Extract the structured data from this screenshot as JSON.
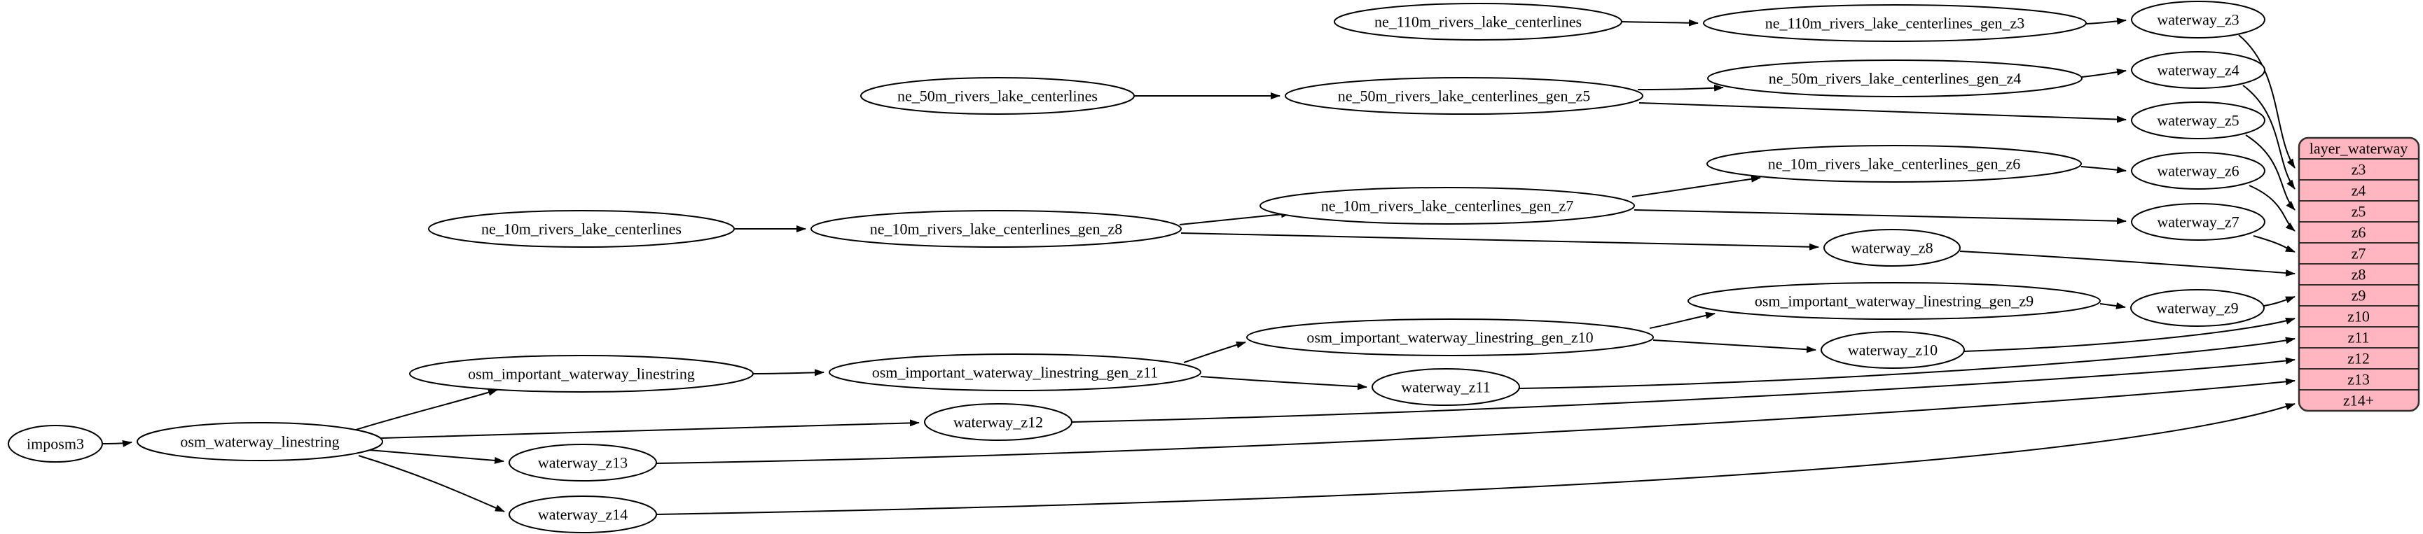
{
  "diagram": {
    "background": "#ffffff",
    "node_fill": "#ffffff",
    "node_stroke": "#000000",
    "edge_color": "#000000",
    "text_color": "#000000"
  },
  "nodes": {
    "imposm3": {
      "label": "imposm3"
    },
    "osm_waterway_linestring": {
      "label": "osm_waterway_linestring"
    },
    "osm_important_waterway_linestring": {
      "label": "osm_important_waterway_linestring"
    },
    "osm_important_waterway_linestring_gen_z11": {
      "label": "osm_important_waterway_linestring_gen_z11"
    },
    "osm_important_waterway_linestring_gen_z10": {
      "label": "osm_important_waterway_linestring_gen_z10"
    },
    "osm_important_waterway_linestring_gen_z9": {
      "label": "osm_important_waterway_linestring_gen_z9"
    },
    "ne_110m_rivers_lake_centerlines": {
      "label": "ne_110m_rivers_lake_centerlines"
    },
    "ne_110m_rivers_lake_centerlines_gen_z3": {
      "label": "ne_110m_rivers_lake_centerlines_gen_z3"
    },
    "ne_50m_rivers_lake_centerlines": {
      "label": "ne_50m_rivers_lake_centerlines"
    },
    "ne_50m_rivers_lake_centerlines_gen_z5": {
      "label": "ne_50m_rivers_lake_centerlines_gen_z5"
    },
    "ne_50m_rivers_lake_centerlines_gen_z4": {
      "label": "ne_50m_rivers_lake_centerlines_gen_z4"
    },
    "ne_10m_rivers_lake_centerlines": {
      "label": "ne_10m_rivers_lake_centerlines"
    },
    "ne_10m_rivers_lake_centerlines_gen_z8": {
      "label": "ne_10m_rivers_lake_centerlines_gen_z8"
    },
    "ne_10m_rivers_lake_centerlines_gen_z7": {
      "label": "ne_10m_rivers_lake_centerlines_gen_z7"
    },
    "ne_10m_rivers_lake_centerlines_gen_z6": {
      "label": "ne_10m_rivers_lake_centerlines_gen_z6"
    },
    "waterway_z3": {
      "label": "waterway_z3"
    },
    "waterway_z4": {
      "label": "waterway_z4"
    },
    "waterway_z5": {
      "label": "waterway_z5"
    },
    "waterway_z6": {
      "label": "waterway_z6"
    },
    "waterway_z7": {
      "label": "waterway_z7"
    },
    "waterway_z8": {
      "label": "waterway_z8"
    },
    "waterway_z9": {
      "label": "waterway_z9"
    },
    "waterway_z10": {
      "label": "waterway_z10"
    },
    "waterway_z11": {
      "label": "waterway_z11"
    },
    "waterway_z12": {
      "label": "waterway_z12"
    },
    "waterway_z13": {
      "label": "waterway_z13"
    },
    "waterway_z14": {
      "label": "waterway_z14"
    }
  },
  "record": {
    "title": "layer_waterway",
    "fill": "#ffb6c1",
    "stroke": "#332f2f",
    "rows": [
      "z3",
      "z4",
      "z5",
      "z6",
      "z7",
      "z8",
      "z9",
      "z10",
      "z11",
      "z12",
      "z13",
      "z14+"
    ]
  },
  "edges": [
    {
      "from": "imposm3",
      "to": "osm_waterway_linestring"
    },
    {
      "from": "osm_waterway_linestring",
      "to": "osm_important_waterway_linestring"
    },
    {
      "from": "osm_waterway_linestring",
      "to": "waterway_z12"
    },
    {
      "from": "osm_waterway_linestring",
      "to": "waterway_z13"
    },
    {
      "from": "osm_waterway_linestring",
      "to": "waterway_z14"
    },
    {
      "from": "osm_important_waterway_linestring",
      "to": "osm_important_waterway_linestring_gen_z11"
    },
    {
      "from": "osm_important_waterway_linestring_gen_z11",
      "to": "osm_important_waterway_linestring_gen_z10"
    },
    {
      "from": "osm_important_waterway_linestring_gen_z11",
      "to": "waterway_z11"
    },
    {
      "from": "osm_important_waterway_linestring_gen_z10",
      "to": "osm_important_waterway_linestring_gen_z9"
    },
    {
      "from": "osm_important_waterway_linestring_gen_z10",
      "to": "waterway_z10"
    },
    {
      "from": "osm_important_waterway_linestring_gen_z9",
      "to": "waterway_z9"
    },
    {
      "from": "ne_110m_rivers_lake_centerlines",
      "to": "ne_110m_rivers_lake_centerlines_gen_z3"
    },
    {
      "from": "ne_110m_rivers_lake_centerlines_gen_z3",
      "to": "waterway_z3"
    },
    {
      "from": "ne_50m_rivers_lake_centerlines",
      "to": "ne_50m_rivers_lake_centerlines_gen_z5"
    },
    {
      "from": "ne_50m_rivers_lake_centerlines_gen_z5",
      "to": "ne_50m_rivers_lake_centerlines_gen_z4"
    },
    {
      "from": "ne_50m_rivers_lake_centerlines_gen_z5",
      "to": "waterway_z5"
    },
    {
      "from": "ne_50m_rivers_lake_centerlines_gen_z4",
      "to": "waterway_z4"
    },
    {
      "from": "ne_10m_rivers_lake_centerlines",
      "to": "ne_10m_rivers_lake_centerlines_gen_z8"
    },
    {
      "from": "ne_10m_rivers_lake_centerlines_gen_z8",
      "to": "ne_10m_rivers_lake_centerlines_gen_z7"
    },
    {
      "from": "ne_10m_rivers_lake_centerlines_gen_z8",
      "to": "waterway_z8"
    },
    {
      "from": "ne_10m_rivers_lake_centerlines_gen_z7",
      "to": "ne_10m_rivers_lake_centerlines_gen_z6"
    },
    {
      "from": "ne_10m_rivers_lake_centerlines_gen_z7",
      "to": "waterway_z7"
    },
    {
      "from": "ne_10m_rivers_lake_centerlines_gen_z6",
      "to": "waterway_z6"
    },
    {
      "from": "waterway_z3",
      "to": "layer_waterway.z3"
    },
    {
      "from": "waterway_z4",
      "to": "layer_waterway.z4"
    },
    {
      "from": "waterway_z5",
      "to": "layer_waterway.z5"
    },
    {
      "from": "waterway_z6",
      "to": "layer_waterway.z6"
    },
    {
      "from": "waterway_z7",
      "to": "layer_waterway.z7"
    },
    {
      "from": "waterway_z8",
      "to": "layer_waterway.z8"
    },
    {
      "from": "waterway_z9",
      "to": "layer_waterway.z9"
    },
    {
      "from": "waterway_z10",
      "to": "layer_waterway.z10"
    },
    {
      "from": "waterway_z11",
      "to": "layer_waterway.z11"
    },
    {
      "from": "waterway_z12",
      "to": "layer_waterway.z12"
    },
    {
      "from": "waterway_z13",
      "to": "layer_waterway.z13"
    },
    {
      "from": "waterway_z14",
      "to": "layer_waterway.z14+"
    }
  ]
}
